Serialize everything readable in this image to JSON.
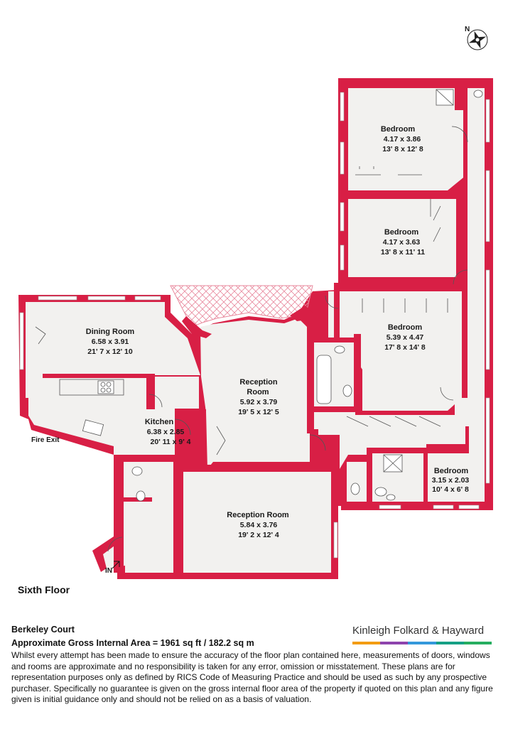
{
  "compass": {
    "label": "N"
  },
  "rooms": {
    "bedroom1": {
      "name": "Bedroom",
      "metric": "4.17 x 3.86",
      "imperial": "13' 8 x 12' 8"
    },
    "bedroom2": {
      "name": "Bedroom",
      "metric": "4.17 x 3.63",
      "imperial": "13' 8 x 11' 11"
    },
    "bedroom3": {
      "name": "Bedroom",
      "metric": "5.39 x 4.47",
      "imperial": "17' 8 x 14' 8"
    },
    "bedroom4": {
      "name": "Bedroom",
      "metric": "3.15 x 2.03",
      "imperial": "10' 4 x 6' 8"
    },
    "dining": {
      "name": "Dining Room",
      "metric": "6.58 x 3.91",
      "imperial": "21' 7 x 12' 10"
    },
    "reception1": {
      "name_line1": "Reception",
      "name_line2": "Room",
      "metric": "5.92 x 3.79",
      "imperial": "19' 5 x 12' 5"
    },
    "kitchen": {
      "name": "Kitchen",
      "metric": "6.38 x 2.85",
      "imperial": "20' 11 x 9' 4"
    },
    "reception2": {
      "name": "Reception Room",
      "metric": "5.84 x 3.76",
      "imperial": "19' 2 x 12' 4"
    }
  },
  "labels": {
    "fire_exit": "Fire Exit",
    "entrance": "IN"
  },
  "floor_title": "Sixth Floor",
  "property_name": "Berkeley Court",
  "area_text": "Approximate Gross Internal Area = 1961 sq ft / 182.2 sq m",
  "disclaimer": "Whilst every attempt has been made to ensure the accuracy of the floor plan contained here, measurements of doors, windows and rooms are approximate and no responsibility is taken for any error, omission or misstatement. These plans are for representation purposes only as defined by RICS Code of Measuring Practice and should be used as such by any prospective purchaser. Specifically no guarantee is given on the gross internal floor area of the property if quoted on this plan and any figure given is initial guidance only and should not be relied on as a basis of valuation.",
  "brand": {
    "name": "Kinleigh Folkard & Hayward",
    "bar_colors": [
      "#f39c12",
      "#8e44ad",
      "#3498db",
      "#16a085",
      "#27ae60"
    ]
  },
  "colors": {
    "wall": "#d81f45",
    "floor": "#f2f1ef",
    "text": "#1a1a1a"
  }
}
